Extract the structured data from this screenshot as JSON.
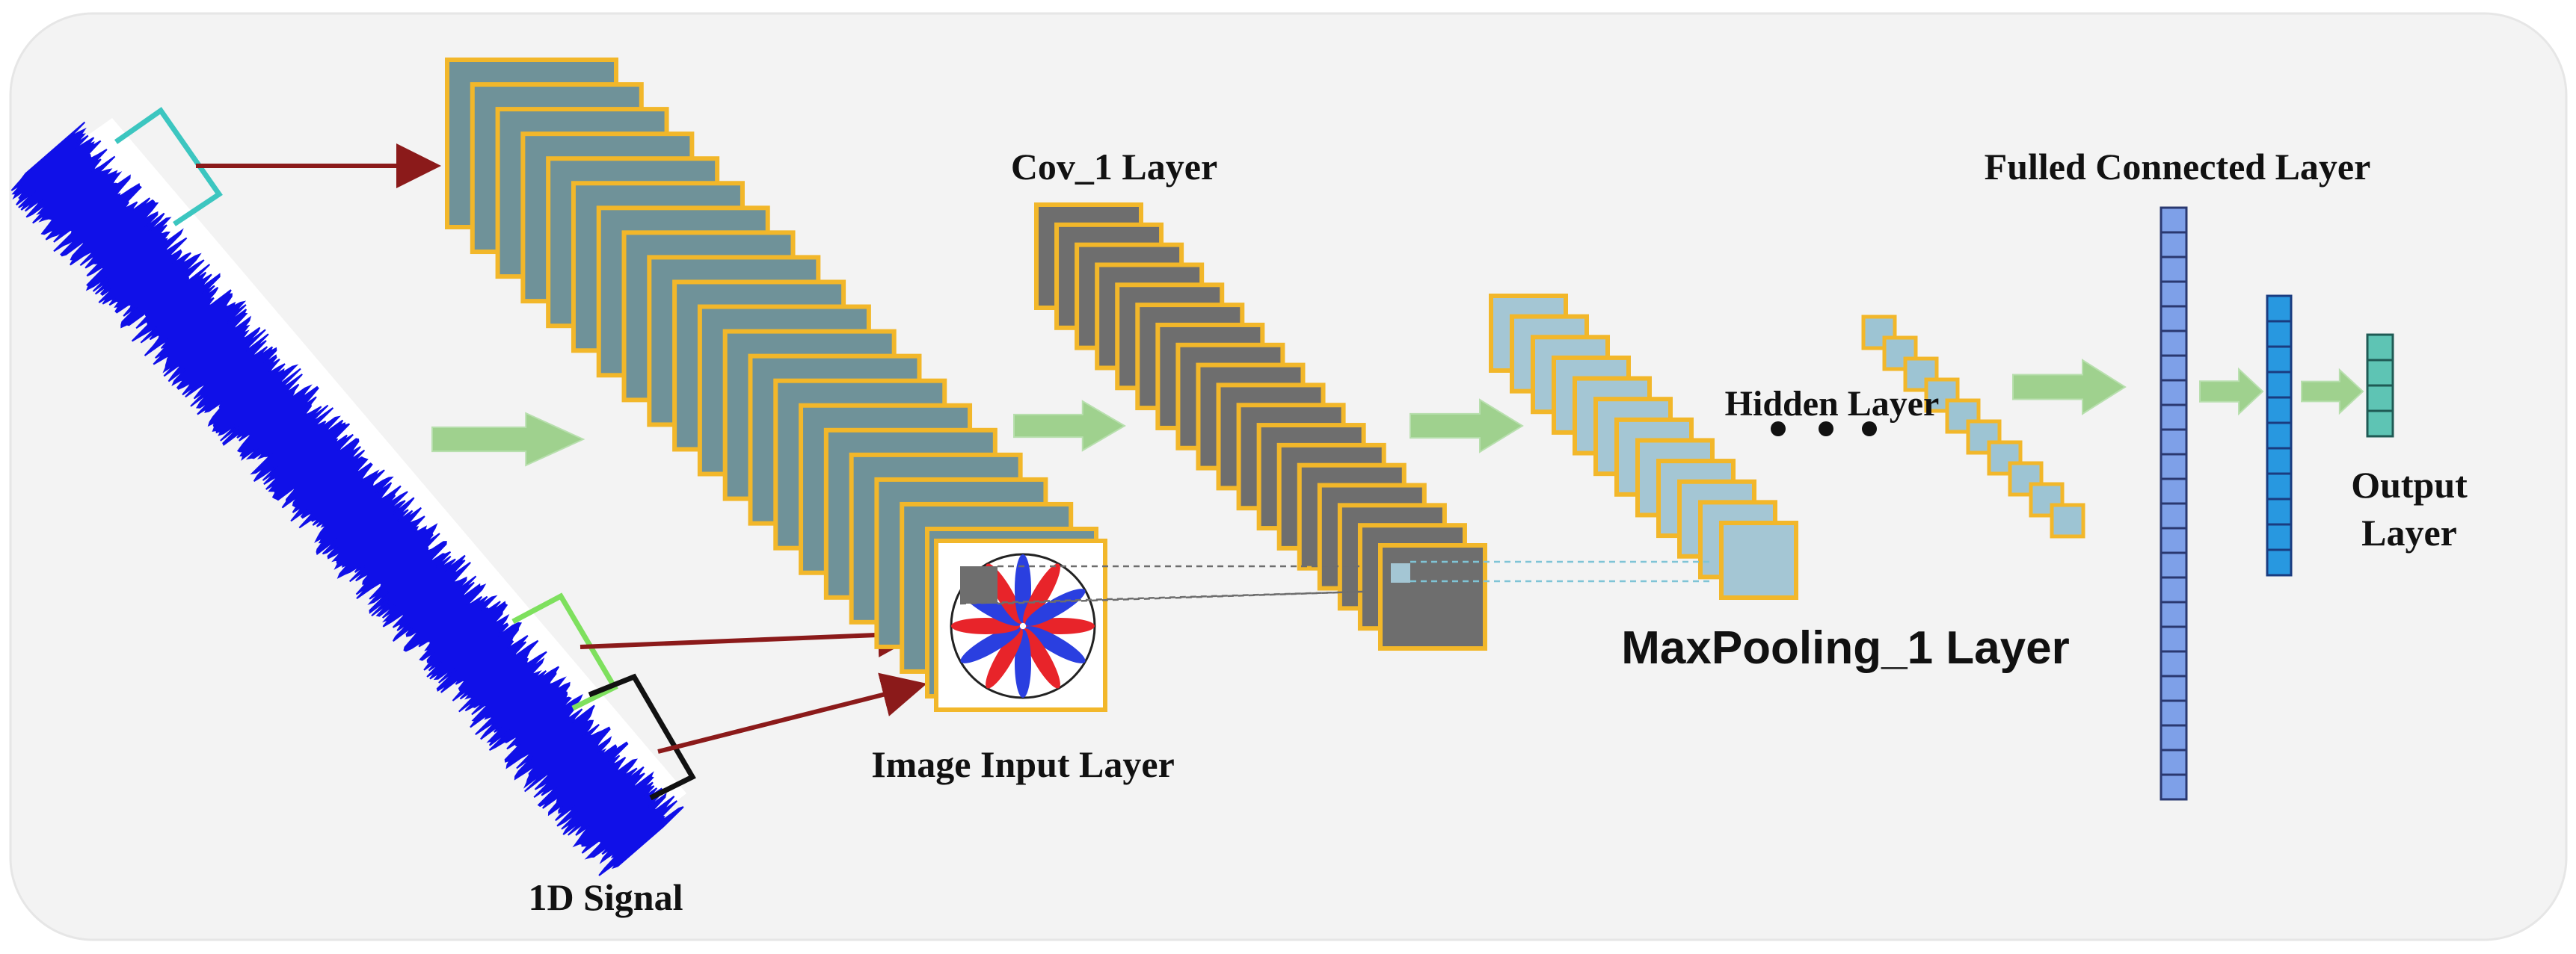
{
  "labels": {
    "signal": "1D Signal",
    "input": "Image Input Layer",
    "conv": "Cov_1 Layer",
    "maxpool": "MaxPooling_1 Layer",
    "hidden": "Hidden Layer",
    "fc": "Fulled Connected Layer",
    "output_line1": "Output",
    "output_line2": "Layer"
  },
  "colors": {
    "background_panel": "#f3f3f3",
    "frame_border": "#f2b72a",
    "input_fill": "#6f9299",
    "conv_fill": "#6e6e6e",
    "pool_fill": "#a4c6d4",
    "hidden_fill": "#9dc4d3",
    "signal_blue": "#1010e8",
    "arrow_green": "#9fd18e",
    "arrow_dark_red": "#8b1a1a",
    "fc_column1": "#7ea0e8",
    "fc_column2": "#2898e0",
    "output_column": "#5ec4b4",
    "bracket_teal": "#3cc6c0",
    "bracket_green": "#7ee05e",
    "bracket_black": "#111111"
  }
}
